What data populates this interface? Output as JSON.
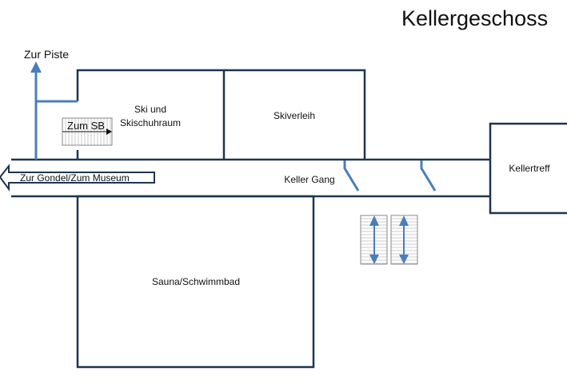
{
  "title": "Kellergeschoss",
  "labels": {
    "zur_piste": "Zur Piste",
    "zum_sb": "Zum SB",
    "ski_room_line1": "Ski und",
    "ski_room_line2": "Skischuhraum",
    "skiverleih": "Skiverleih",
    "keller_gang": "Keller Gang",
    "kellertreff": "Kellertreff",
    "gondel_museum": "Zur Gondel/Zum Museum",
    "sauna": "Sauna/Schwimmbad"
  },
  "colors": {
    "wall": "#1f3550",
    "accent": "#4a7ebb"
  }
}
